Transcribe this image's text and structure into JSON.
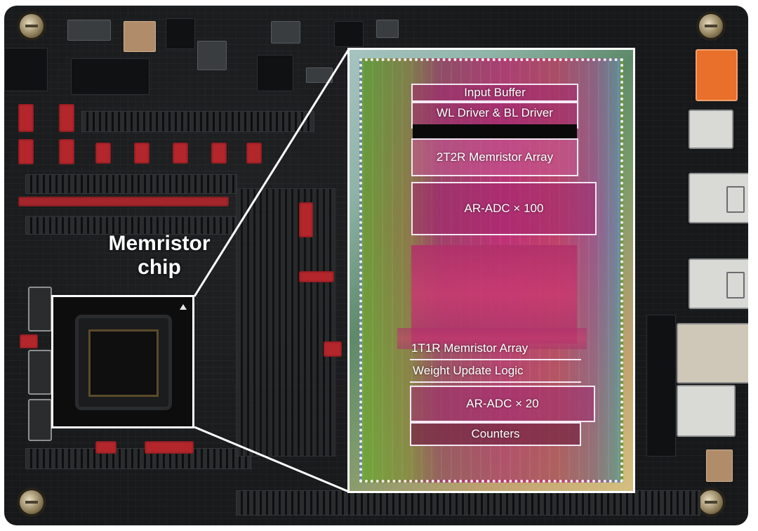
{
  "annotation": {
    "chip_label_line1": "Memristor",
    "chip_label_line2": "chip"
  },
  "die_blocks": {
    "input_buffer": "Input Buffer",
    "wl_bl_driver": "WL Driver & BL Driver",
    "array_2t2r": "2T2R Memristor Array",
    "adc_100": "AR-ADC × 100",
    "array_1t1r": "1T1R Memristor Array",
    "weight_update": "Weight Update Logic",
    "adc_20": "AR-ADC × 20",
    "counters": "Counters"
  },
  "colors": {
    "board": "#16181a",
    "highlight_frame": "#ffffff",
    "block_outline": "#f4e8f4",
    "die_magenta": "#c03078"
  },
  "icons": [
    "screw-icon",
    "usb-port-icon",
    "ethernet-port-icon"
  ]
}
